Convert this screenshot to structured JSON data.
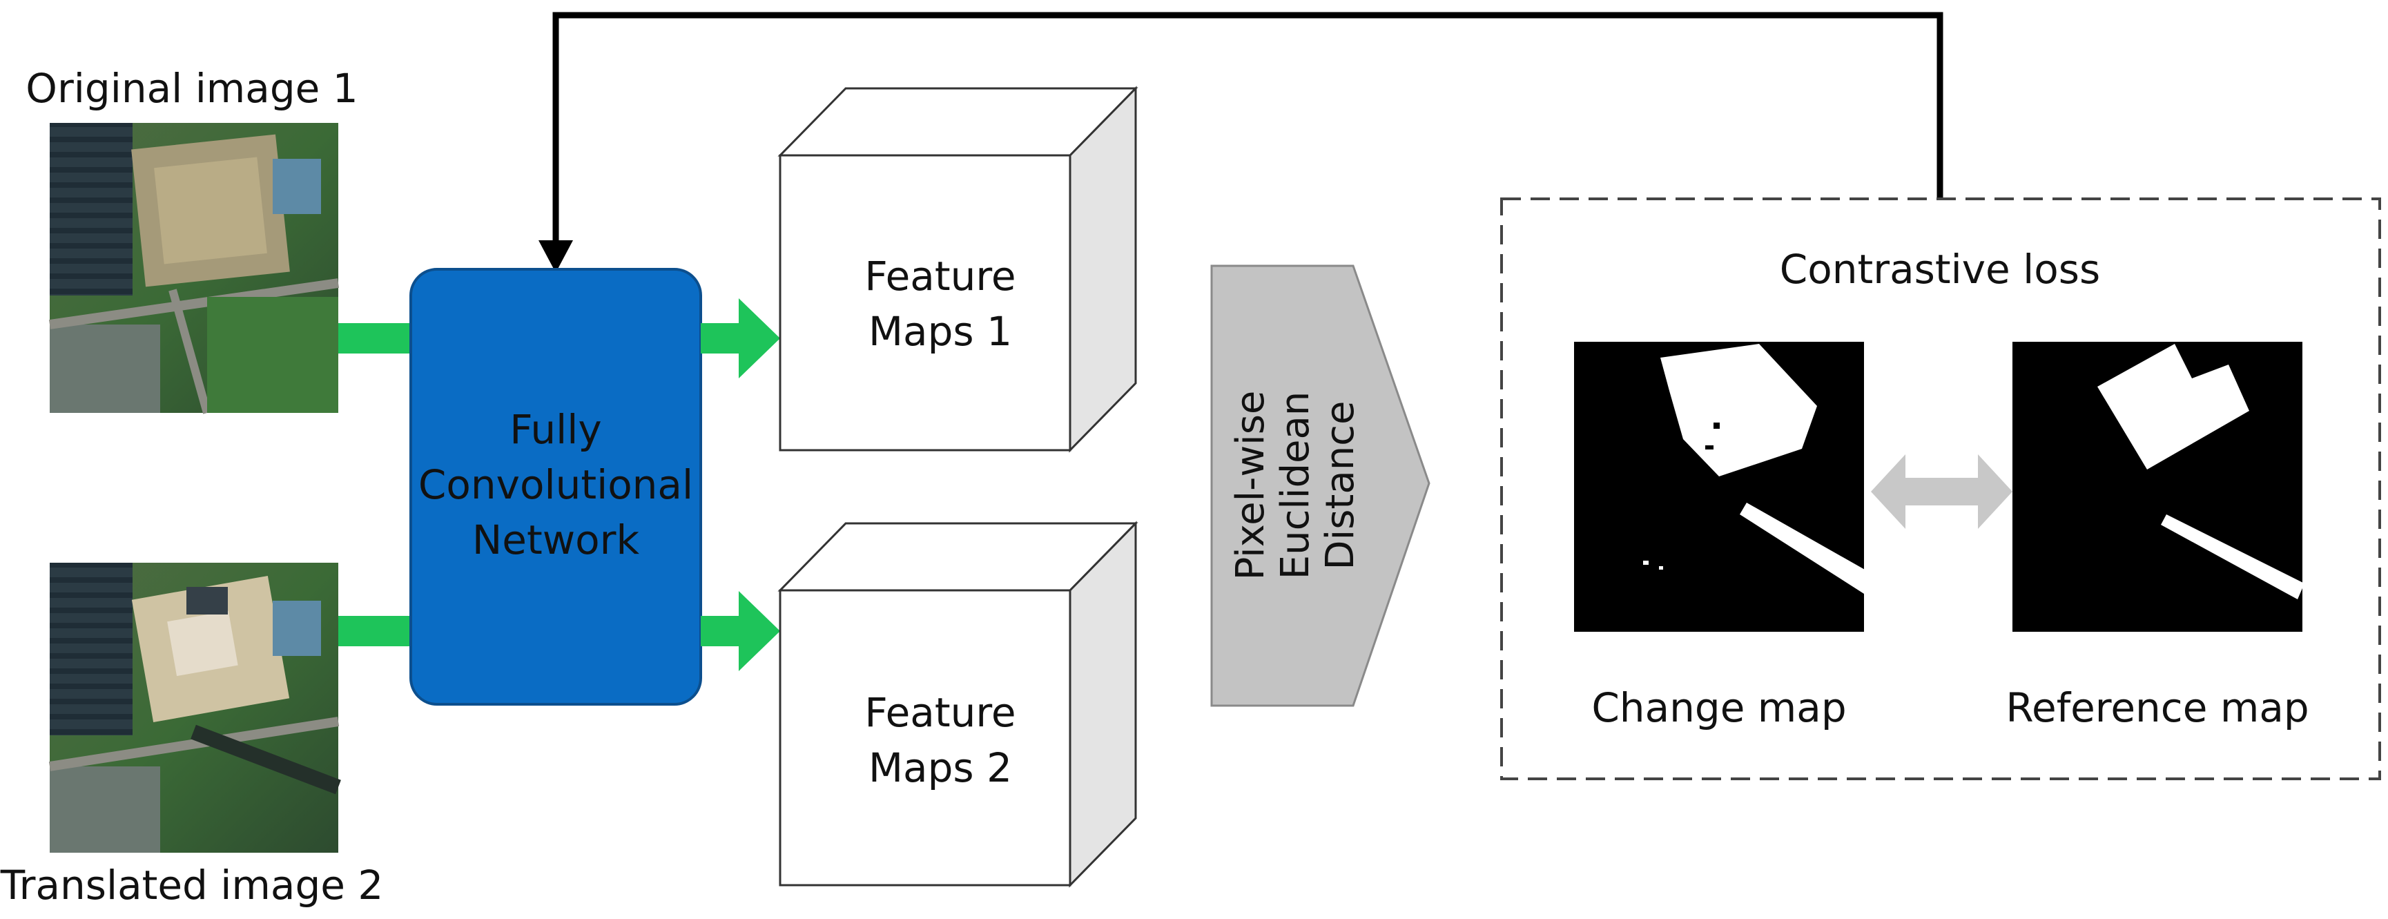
{
  "inputs": {
    "image1_label": "Original image 1",
    "image2_label": "Translated image 2"
  },
  "network": {
    "line1": "Fully",
    "line2": "Convolutional",
    "line3": "Network"
  },
  "feature_maps": [
    {
      "line1": "Feature",
      "line2": "Maps 1"
    },
    {
      "line1": "Feature",
      "line2": "Maps 2"
    }
  ],
  "distance": {
    "line1": "Pixel-wise",
    "line2": "Euclidean",
    "line3": "Distance"
  },
  "loss_panel": {
    "title": "Contrastive loss",
    "change_map_label": "Change map",
    "reference_map_label": "Reference map"
  },
  "colors": {
    "network_fill": "#0a6cc4",
    "arrow_green": "#1ec45a",
    "distance_fill": "#c3c3c3",
    "double_arrow": "#c8c8c8"
  }
}
